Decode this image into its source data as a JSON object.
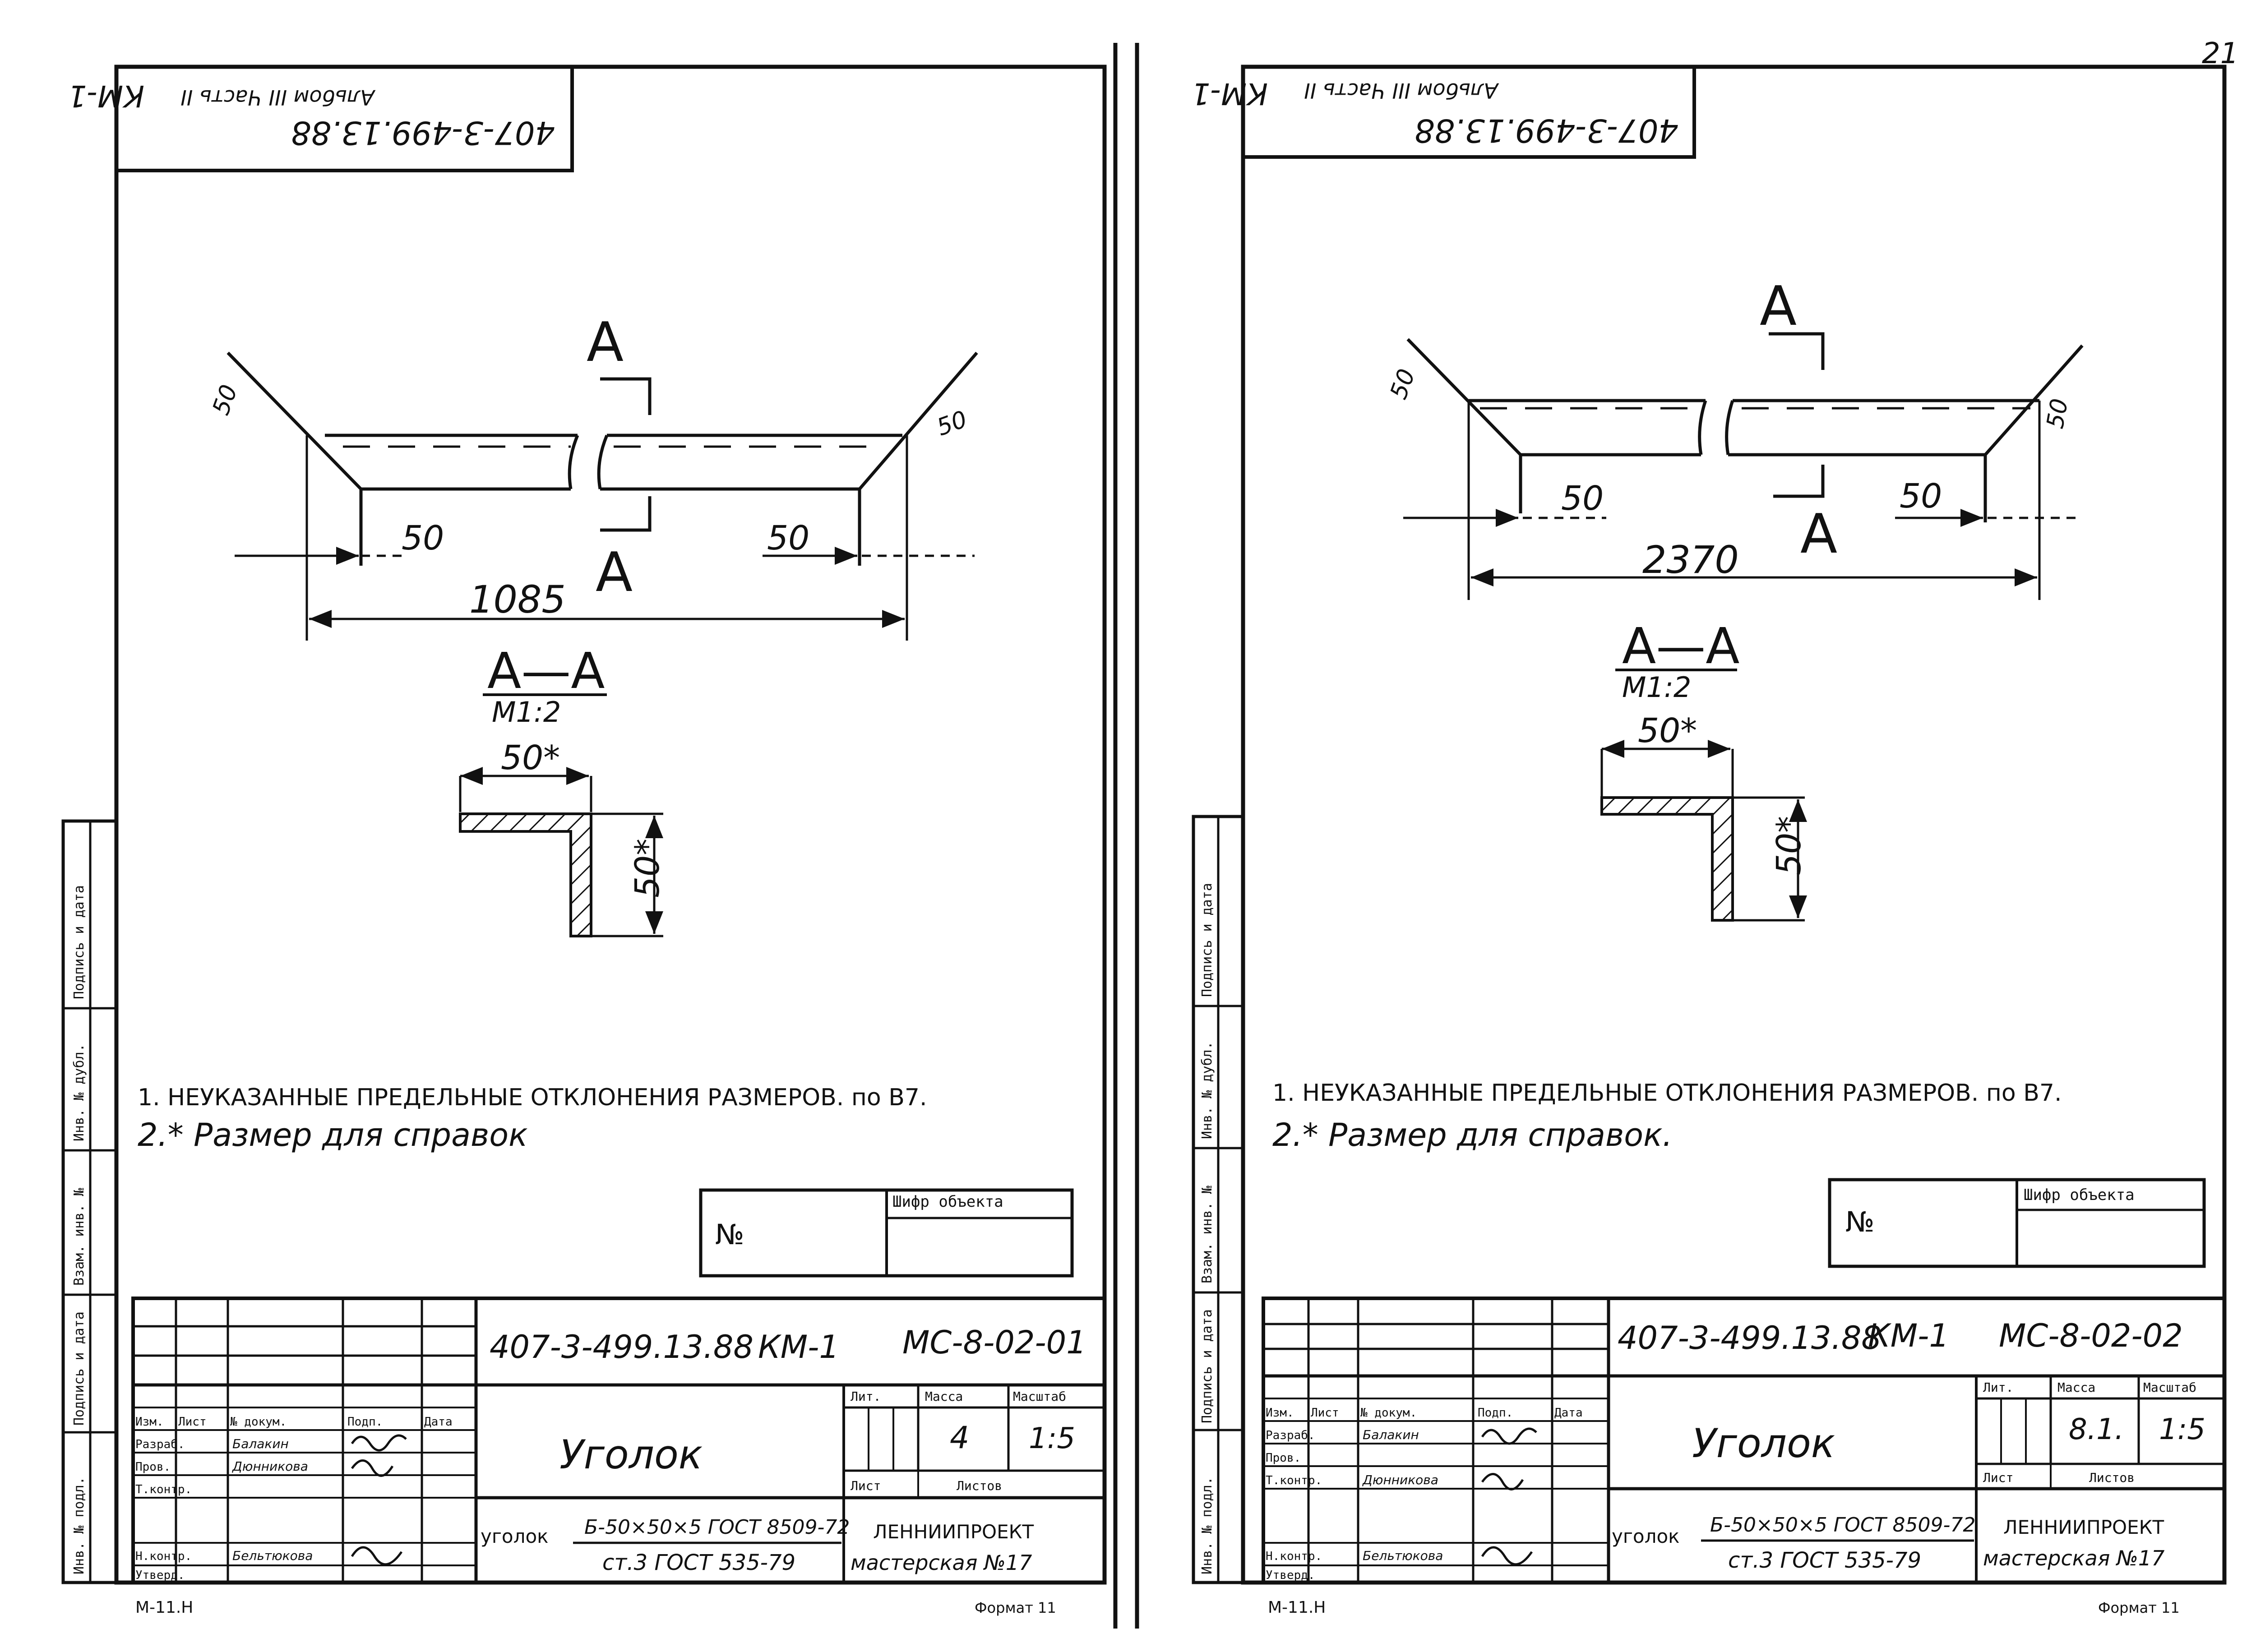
{
  "page_number": "21",
  "sheets": [
    {
      "stamp_top": "407-3-499.13.88",
      "stamp_top2": "Альбом III Часть II",
      "stamp_top3": "КМ-1",
      "cut_label": "А",
      "dims": {
        "left": "50",
        "right": "50",
        "total": "1085",
        "angle_left": "50",
        "angle_right": "50"
      },
      "section": {
        "title": "А—А",
        "scale": "М1:2",
        "dim_h": "50*",
        "dim_v": "50*"
      },
      "notes": [
        "1. НЕУКАЗАННЫЕ ПРЕДЕЛЬНЫЕ ОТКЛОНЕНИЯ РАЗМЕРОВ. по В7.",
        "2.* Размер для справок"
      ],
      "object_box": {
        "no_label": "№",
        "header": "Шифр объекта"
      },
      "title_block": {
        "code": "407-3-499.13.88",
        "mark": "КМ-1",
        "sheet_code": "МС-8-02-01",
        "name": "Уголок",
        "lit_label": "Лит.",
        "mass_label": "Масса",
        "scale_label": "Масштаб",
        "mass": "4",
        "scale": "1:5",
        "sheet_label": "Лист",
        "sheets_label": "Листов",
        "roles": [
          "Изм.",
          "Лист",
          "Разраб.",
          "Пров.",
          "Т.контр.",
          "Н.контр.",
          "Утверд."
        ],
        "col_labels": [
          "№ докум.",
          "Подп.",
          "Дата"
        ],
        "names": [
          "Балакин",
          "Дюнникова",
          "",
          "Бельтюкова"
        ],
        "material_label": "уголок",
        "material_top": "Б-50×50×5 ГОСТ 8509-72",
        "material_bottom": "ст.3 ГОСТ 535-79",
        "org1": "ЛЕННИИПРОЕКТ",
        "org2": "мастерская №17"
      },
      "side_labels": [
        "Инв. № подл.",
        "Подпись и дата",
        "Взам. инв. №",
        "Инв. № дубл.",
        "Подпись и дата"
      ],
      "footer_left": "М-11.Н",
      "footer_right": "Формат 11"
    },
    {
      "stamp_top": "407-3-499.13.88",
      "stamp_top2": "Альбом III Часть II",
      "stamp_top3": "КМ-1",
      "cut_label": "А",
      "dims": {
        "left": "50",
        "right": "50",
        "total": "2370",
        "angle_left": "50",
        "angle_right": "50"
      },
      "section": {
        "title": "А—А",
        "scale": "М1:2",
        "dim_h": "50*",
        "dim_v": "50*"
      },
      "notes": [
        "1. НЕУКАЗАННЫЕ ПРЕДЕЛЬНЫЕ ОТКЛОНЕНИЯ РАЗМЕРОВ. по В7.",
        "2.* Размер для справок."
      ],
      "object_box": {
        "no_label": "№",
        "header": "Шифр объекта"
      },
      "title_block": {
        "code": "407-3-499.13.88",
        "mark": "КМ-1",
        "sheet_code": "МС-8-02-02",
        "name": "Уголок",
        "lit_label": "Лит.",
        "mass_label": "Масса",
        "scale_label": "Масштаб",
        "mass": "8.1.",
        "scale": "1:5",
        "sheet_label": "Лист",
        "sheets_label": "Листов",
        "roles": [
          "Изм.",
          "Лист",
          "Разраб.",
          "Пров.",
          "Т.контр.",
          "Н.контр.",
          "Утверд."
        ],
        "col_labels": [
          "№ докум.",
          "Подп.",
          "Дата"
        ],
        "names": [
          "Балакин",
          "Дюнникова",
          "",
          "Бельтюкова"
        ],
        "material_label": "уголок",
        "material_top": "Б-50×50×5 ГОСТ 8509-72",
        "material_bottom": "ст.3 ГОСТ 535-79",
        "org1": "ЛЕННИИПРОЕКТ",
        "org2": "мастерская №17"
      },
      "side_labels": [
        "Инв. № подл.",
        "Подпись и дата",
        "Взам. инв. №",
        "Инв. № дубл.",
        "Подпись и дата"
      ],
      "footer_left": "М-11.Н",
      "footer_right": "Формат 11"
    }
  ]
}
